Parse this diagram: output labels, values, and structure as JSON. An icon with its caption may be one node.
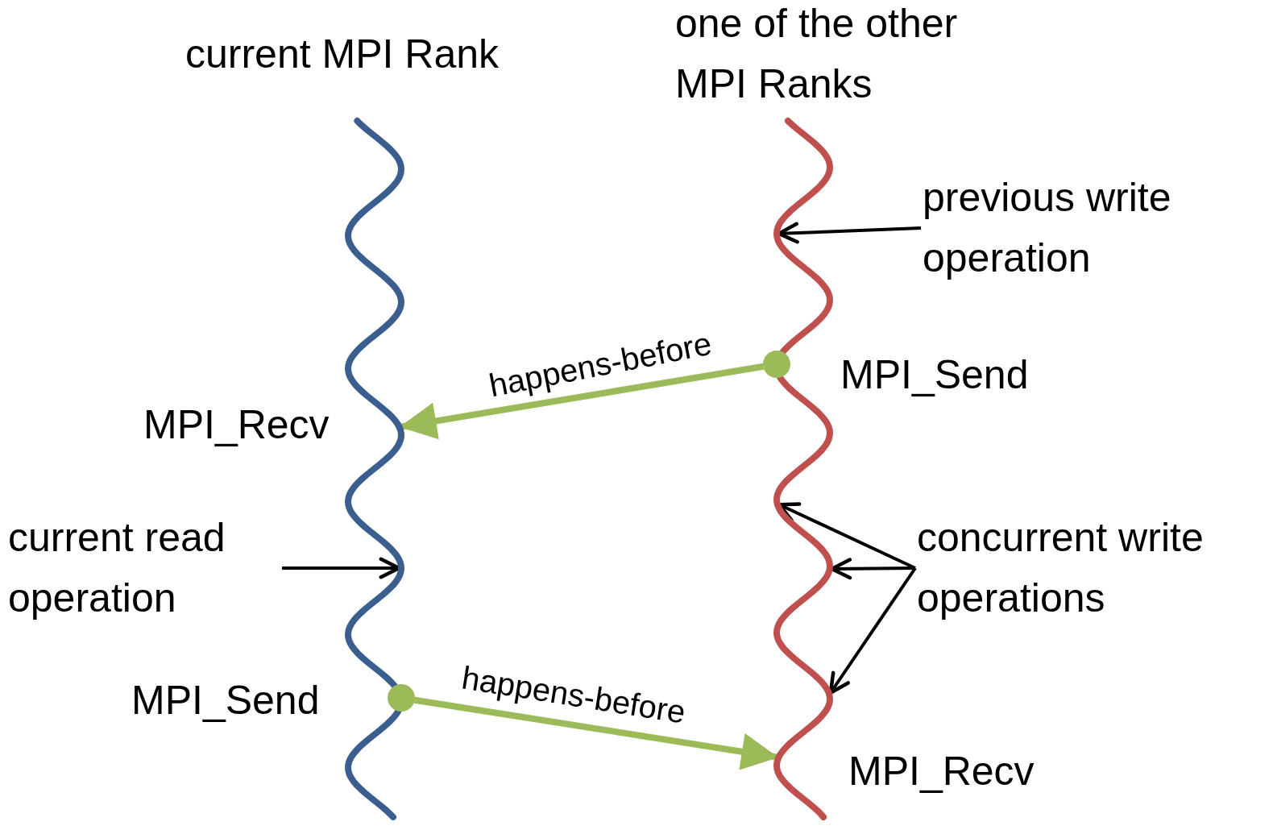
{
  "diagram": {
    "nodes": [
      {
        "text": [
          "current MPI Rank"
        ]
      },
      {
        "text": [
          "one of the other MPI Ranks"
        ]
      },
      {
        "text": [
          "previous write operation"
        ]
      },
      {
        "text": [],
        "shape": "circle",
        "beside": [
          "MPI_Send"
        ],
        "in": 1
      },
      {
        "text": [
          "current read operation"
        ]
      },
      {
        "text": [],
        "shape": "circle",
        "beside": [
          "MPI_Send"
        ],
        "in": 0
      },
      {
        "text": [
          "concurrent write operations"
        ]
      }
    ],
    "edges": [
      {
        "from": 2,
        "to": 1,
        "arrow": "to"
      },
      {
        "from": 3,
        "to": 0,
        "arrow": "to",
        "label": "happens-before",
        "style": "thick",
        "color": "#9bbb59"
      },
      {
        "from": 4,
        "to": 0,
        "arrow": "to"
      },
      {
        "from": 6,
        "to": 1,
        "arrow": "to"
      },
      {
        "from": 6,
        "to": 1,
        "arrow": "to"
      },
      {
        "from": 6,
        "to": 1,
        "arrow": "to"
      },
      {
        "from": 5,
        "to": 1,
        "arrow": "to",
        "label": "happens-before",
        "style": "thick",
        "color": "#9bbb59"
      }
    ],
    "labels": [
      "MPI_Recv",
      "MPI_Recv"
    ]
  }
}
